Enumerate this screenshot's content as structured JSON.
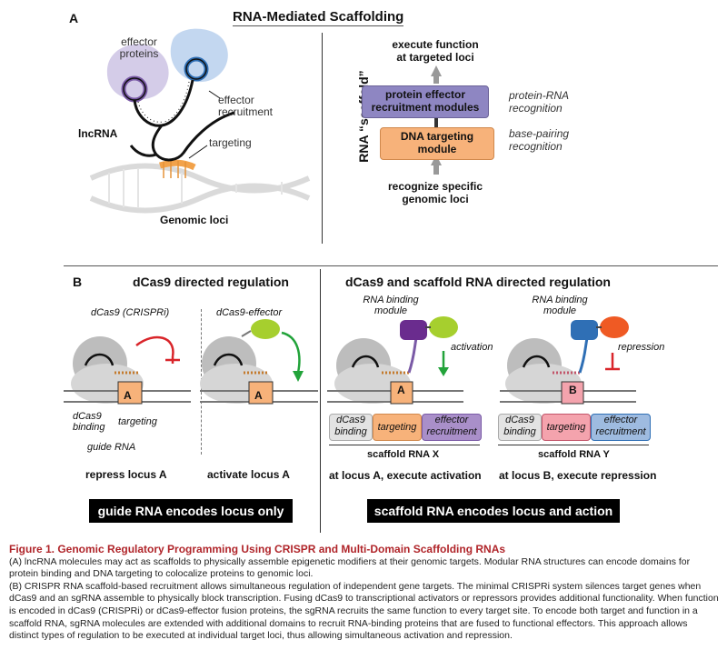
{
  "panel_a": {
    "letter": "A",
    "title": "RNA-Mediated Scaffolding",
    "left": {
      "effector_proteins": "effector\nproteins",
      "effector_recruitment": "effector\nrecruitment",
      "lncrna": "lncRNA",
      "targeting": "targeting",
      "genomic_loci": "Genomic loci"
    },
    "right": {
      "scaffold_axis": "RNA “scaffold”",
      "top_text": "execute function\nat targeted loci",
      "protein_module": "protein effector\nrecruitment modules",
      "protein_recognition": "protein-RNA\nrecognition",
      "dna_module": "DNA targeting\nmodule",
      "base_pairing": "base-pairing\nrecognition",
      "bottom_text": "recognize specific\ngenomic loci"
    }
  },
  "panel_b": {
    "letter": "B",
    "left_title": "dCas9 directed regulation",
    "right_title": "dCas9 and scaffold RNA directed regulation",
    "crispri_label": "dCas9 (CRISPRi)",
    "effector_label": "dCas9-effector",
    "dcas9_binding": "dCas9\nbinding",
    "targeting": "targeting",
    "guide_rna": "guide RNA",
    "locus_a": "A",
    "locus_b": "B",
    "repress_locus": "repress locus A",
    "activate_locus": "activate locus A",
    "rna_binding_module": "RNA binding\nmodule",
    "activation": "activation",
    "repression": "repression",
    "seg_dcas9": "dCas9\nbinding",
    "seg_targeting": "targeting",
    "seg_effector": "effector\nrecruitment",
    "scaffold_x": "scaffold RNA X",
    "scaffold_y": "scaffold RNA Y",
    "exec_activation": "at locus A, execute activation",
    "exec_repression": "at locus B, execute repression",
    "banner_left": "guide RNA encodes locus only",
    "banner_right": "scaffold RNA encodes locus and action"
  },
  "caption": {
    "title": "Figure 1.  Genomic Regulatory Programming Using CRISPR and Multi-Domain Scaffolding RNAs",
    "a": "(A) lncRNA molecules may act as scaffolds to physically assemble epigenetic modifiers at their genomic targets. Modular RNA structures can encode domains for protein binding and DNA targeting to colocalize proteins to genomic loci.",
    "b": "(B) CRISPR RNA scaffold-based recruitment allows simultaneous regulation of independent gene targets. The minimal CRISPRi system silences target genes when dCas9 and an sgRNA assemble to physically block transcription. Fusing dCas9 to transcriptional activators or repressors provides additional functionality. When function is encoded in dCas9 (CRISPRi) or dCas9-effector fusion proteins, the sgRNA recruits the same function to every target site. To encode both target and function in a scaffold RNA, sgRNA molecules are extended with additional domains to recruit RNA-binding proteins that are fused to functional effectors. This approach allows distinct types of regulation to be executed at individual target loci, thus allowing simultaneous activation and repression."
  },
  "colors": {
    "purple_module": "#8e86c2",
    "orange_module": "#f7b27a",
    "activation_green": "#22a33a",
    "repression_red": "#d9252a",
    "caption_title": "#b0252a"
  }
}
